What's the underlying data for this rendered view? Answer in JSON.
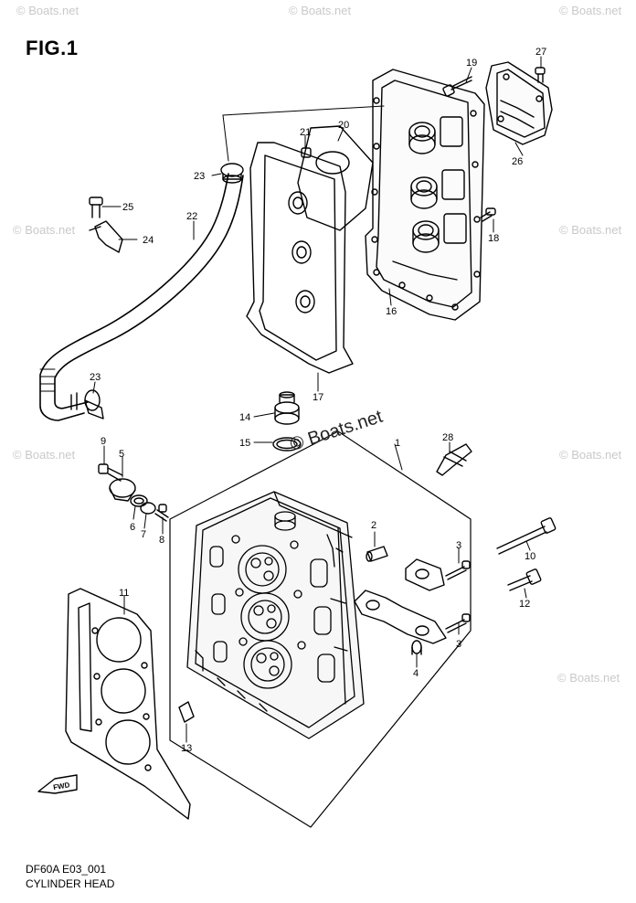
{
  "figure_title": "FIG.1",
  "footer": {
    "code": "DF60A E03_001",
    "name": "CYLINDER HEAD"
  },
  "watermarks": [
    "© Boats.net",
    "© Boats.net",
    "© Boats.net",
    "© Boats.net",
    "© Boats.net",
    "© Boats.net",
    "© Boats.net",
    "© Boats.net"
  ],
  "center_watermark": "© Boats.net",
  "fwd_label": "FWD",
  "callouts": [
    "1",
    "2",
    "3",
    "3",
    "4",
    "5",
    "6",
    "7",
    "8",
    "9",
    "10",
    "11",
    "12",
    "13",
    "14",
    "15",
    "16",
    "17",
    "18",
    "19",
    "20",
    "21",
    "22",
    "23",
    "23",
    "24",
    "25",
    "26",
    "27",
    "28"
  ]
}
